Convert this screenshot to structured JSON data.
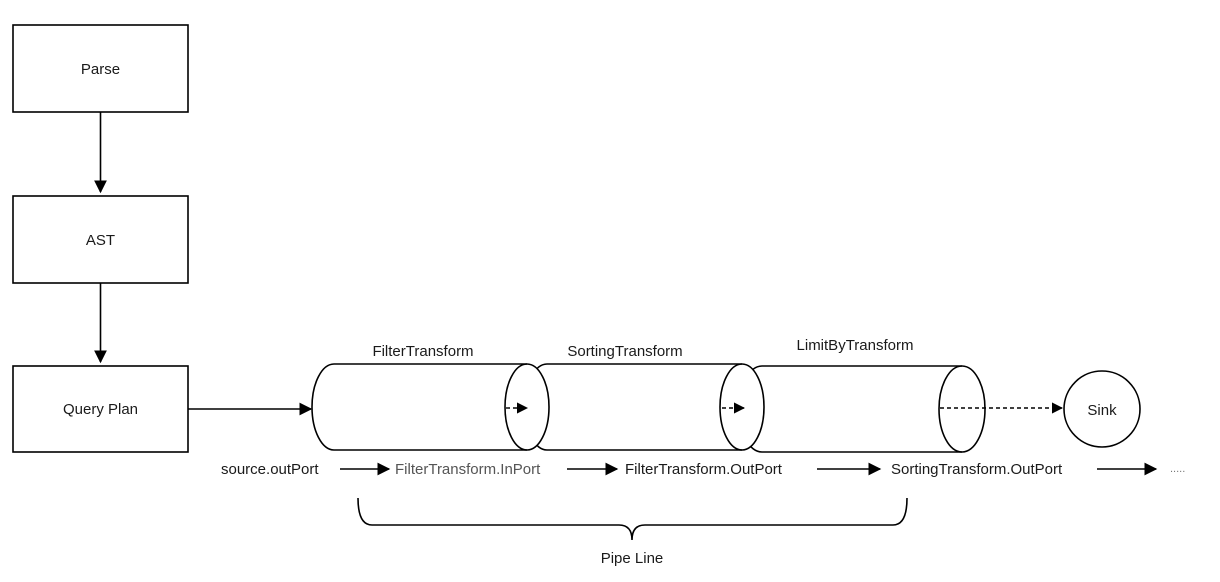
{
  "flow_boxes": {
    "parse": "Parse",
    "ast": "AST",
    "query_plan": "Query Plan"
  },
  "transforms": {
    "filter": "FilterTransform",
    "sorting": "SortingTransform",
    "limitby": "LimitByTransform"
  },
  "sink": "Sink",
  "ports": {
    "source_out": "source.outPort",
    "filter_in": "FilterTransform.InPort",
    "filter_out": "FilterTransform.OutPort",
    "sorting_out": "SortingTransform.OutPort",
    "more": "....."
  },
  "pipeline_label": "Pipe Line"
}
